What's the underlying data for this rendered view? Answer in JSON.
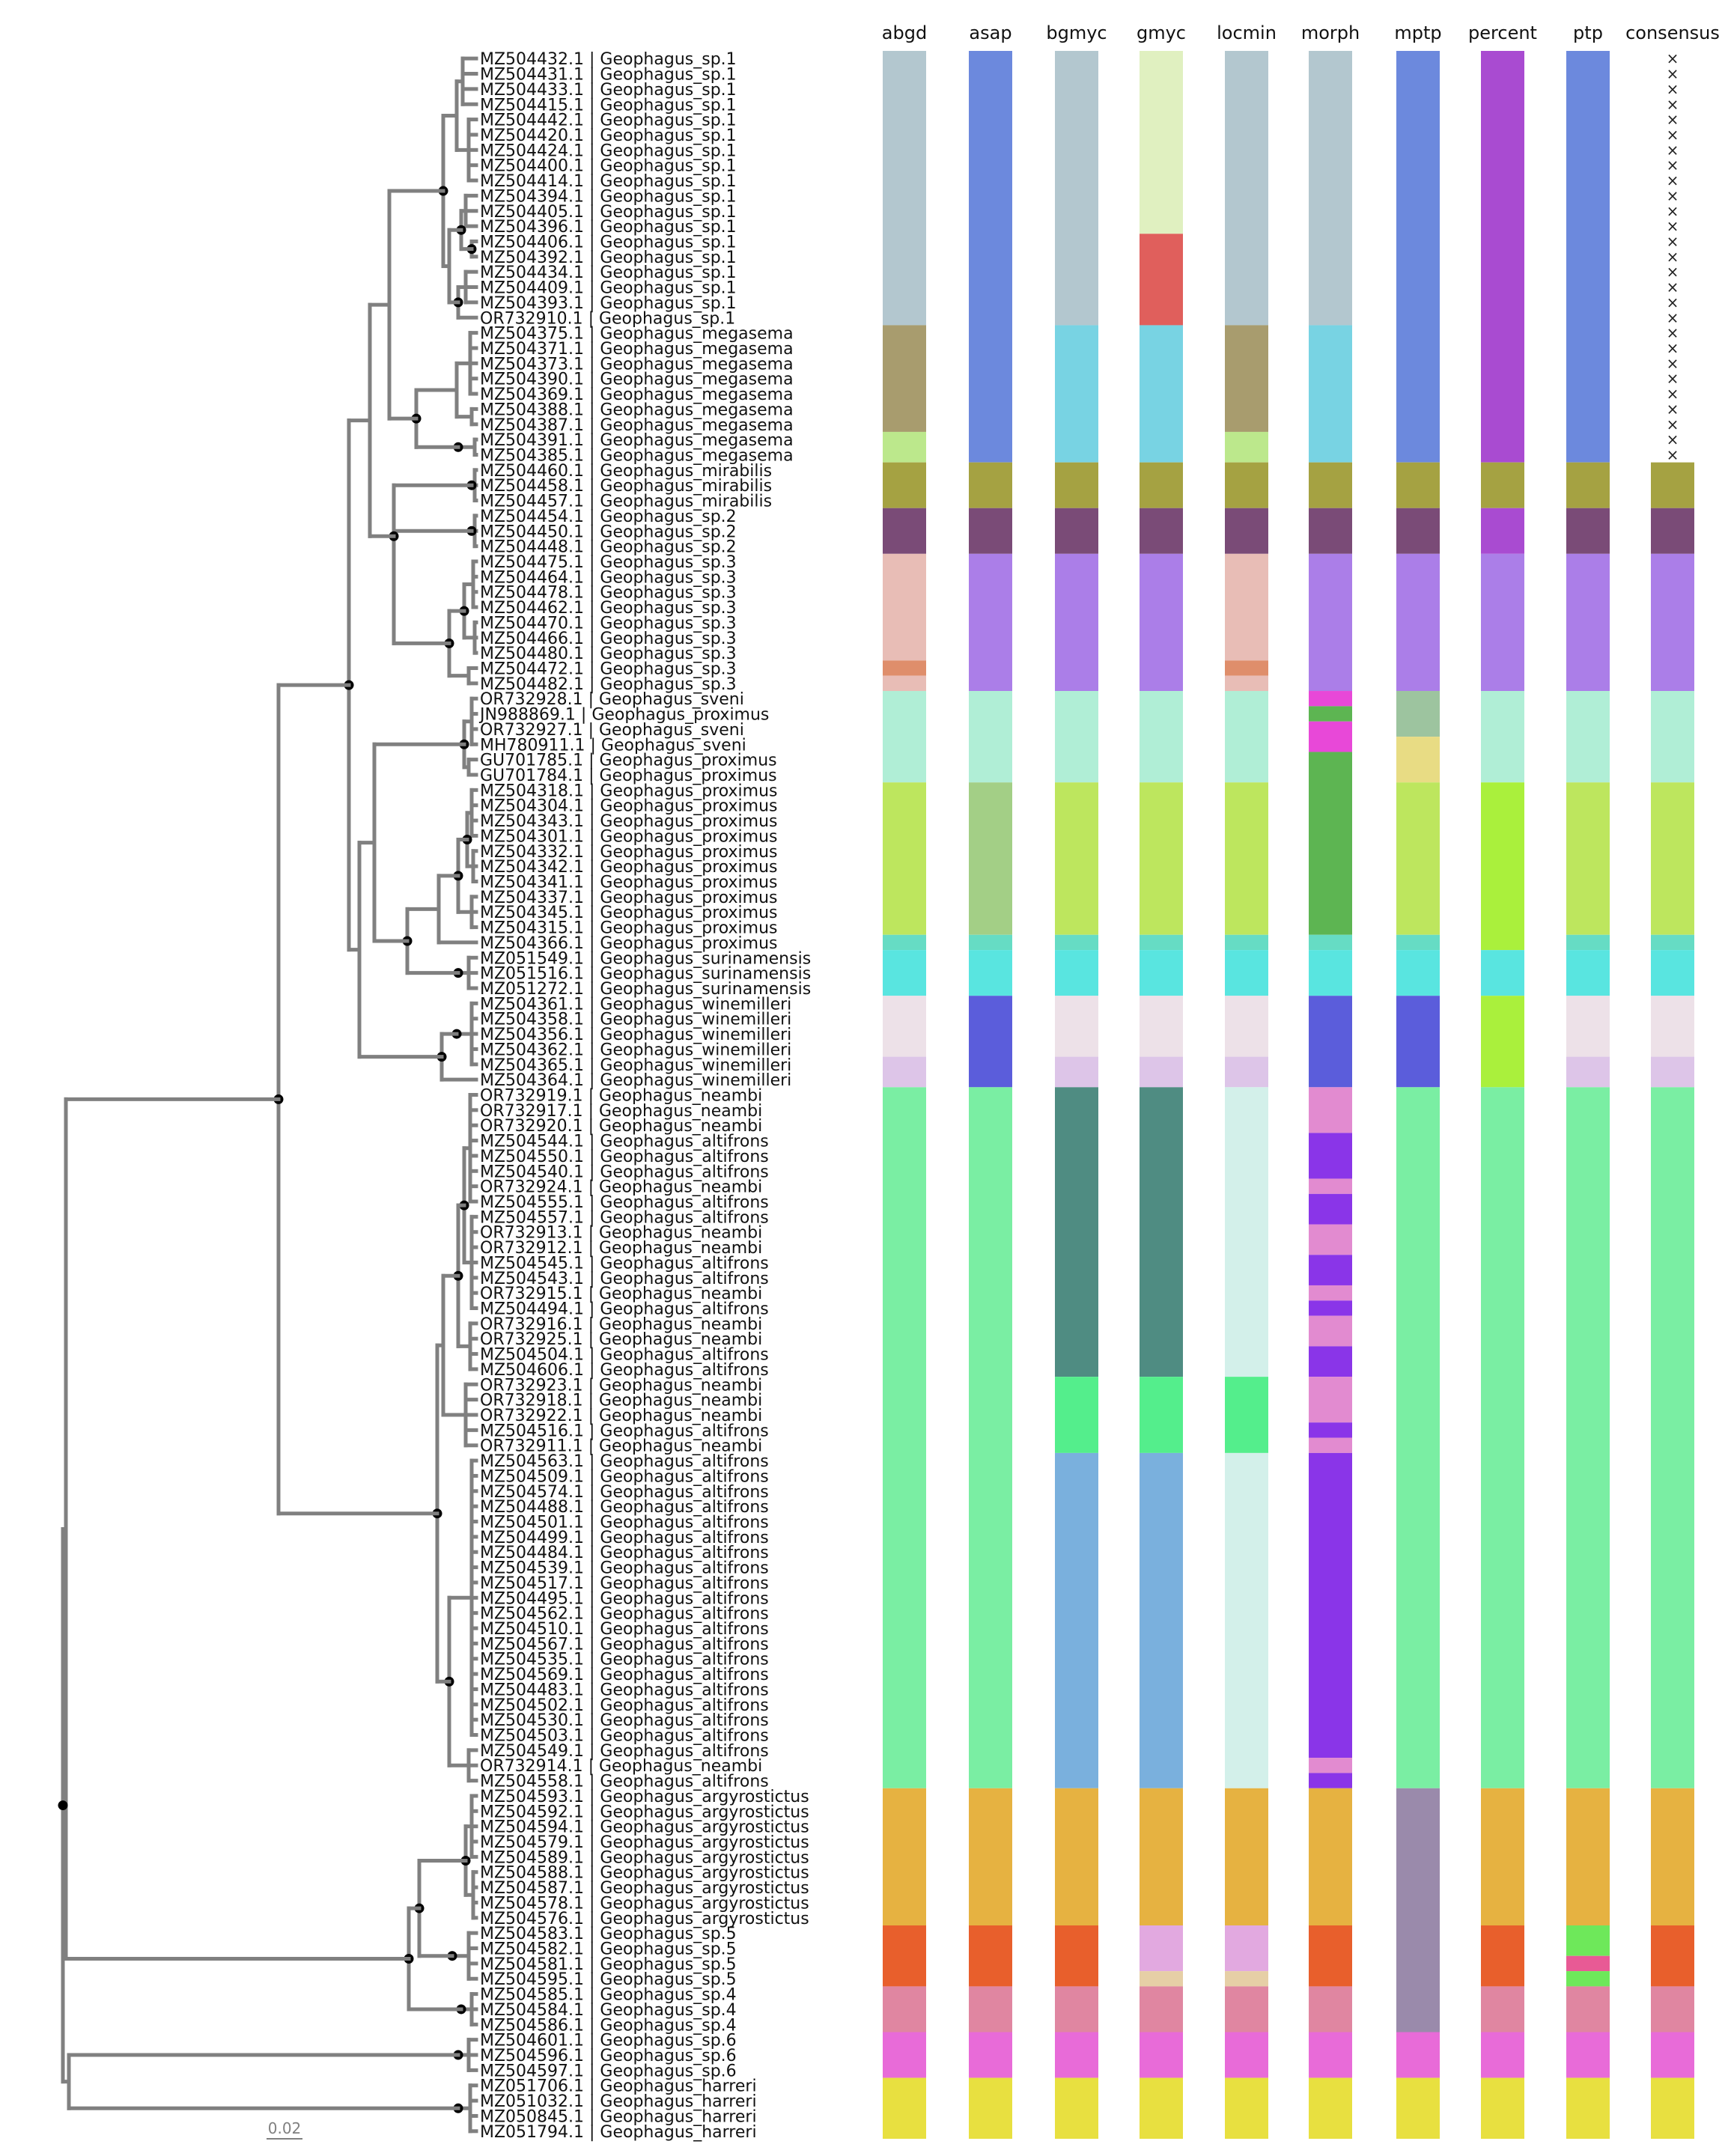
{
  "chart_data": {
    "type": "heatmap",
    "title": "",
    "description_labels": {
      "scale_bar": "0.02"
    },
    "columns": [
      "abgd",
      "asap",
      "bgmyc",
      "gmyc",
      "locmin",
      "morph",
      "mptp",
      "percent",
      "ptp",
      "consensus"
    ],
    "tips": [
      "MZ504432.1 | Geophagus_sp.1",
      "MZ504431.1 | Geophagus_sp.1",
      "MZ504433.1 | Geophagus_sp.1",
      "MZ504415.1 | Geophagus_sp.1",
      "MZ504442.1 | Geophagus_sp.1",
      "MZ504420.1 | Geophagus_sp.1",
      "MZ504424.1 | Geophagus_sp.1",
      "MZ504400.1 | Geophagus_sp.1",
      "MZ504414.1 | Geophagus_sp.1",
      "MZ504394.1 | Geophagus_sp.1",
      "MZ504405.1 | Geophagus_sp.1",
      "MZ504396.1 | Geophagus_sp.1",
      "MZ504406.1 | Geophagus_sp.1",
      "MZ504392.1 | Geophagus_sp.1",
      "MZ504434.1 | Geophagus_sp.1",
      "MZ504409.1 | Geophagus_sp.1",
      "MZ504393.1 | Geophagus_sp.1",
      "OR732910.1 | Geophagus_sp.1",
      "MZ504375.1 | Geophagus_megasema",
      "MZ504371.1 | Geophagus_megasema",
      "MZ504373.1 | Geophagus_megasema",
      "MZ504390.1 | Geophagus_megasema",
      "MZ504369.1 | Geophagus_megasema",
      "MZ504388.1 | Geophagus_megasema",
      "MZ504387.1 | Geophagus_megasema",
      "MZ504391.1 | Geophagus_megasema",
      "MZ504385.1 | Geophagus_megasema",
      "MZ504460.1 | Geophagus_mirabilis",
      "MZ504458.1 | Geophagus_mirabilis",
      "MZ504457.1 | Geophagus_mirabilis",
      "MZ504454.1 | Geophagus_sp.2",
      "MZ504450.1 | Geophagus_sp.2",
      "MZ504448.1 | Geophagus_sp.2",
      "MZ504475.1 | Geophagus_sp.3",
      "MZ504464.1 | Geophagus_sp.3",
      "MZ504478.1 | Geophagus_sp.3",
      "MZ504462.1 | Geophagus_sp.3",
      "MZ504470.1 | Geophagus_sp.3",
      "MZ504466.1 | Geophagus_sp.3",
      "MZ504480.1 | Geophagus_sp.3",
      "MZ504472.1 | Geophagus_sp.3",
      "MZ504482.1 | Geophagus_sp.3",
      "OR732928.1 | Geophagus_sveni",
      "JN988869.1 | Geophagus_proximus",
      "OR732927.1 | Geophagus_sveni",
      "MH780911.1 | Geophagus_sveni",
      "GU701785.1 | Geophagus_proximus",
      "GU701784.1 | Geophagus_proximus",
      "MZ504318.1 | Geophagus_proximus",
      "MZ504304.1 | Geophagus_proximus",
      "MZ504343.1 | Geophagus_proximus",
      "MZ504301.1 | Geophagus_proximus",
      "MZ504332.1 | Geophagus_proximus",
      "MZ504342.1 | Geophagus_proximus",
      "MZ504341.1 | Geophagus_proximus",
      "MZ504337.1 | Geophagus_proximus",
      "MZ504345.1 | Geophagus_proximus",
      "MZ504315.1 | Geophagus_proximus",
      "MZ504366.1 | Geophagus_proximus",
      "MZ051549.1 | Geophagus_surinamensis",
      "MZ051516.1 | Geophagus_surinamensis",
      "MZ051272.1 | Geophagus_surinamensis",
      "MZ504361.1 | Geophagus_winemilleri",
      "MZ504358.1 | Geophagus_winemilleri",
      "MZ504356.1 | Geophagus_winemilleri",
      "MZ504362.1 | Geophagus_winemilleri",
      "MZ504365.1 | Geophagus_winemilleri",
      "MZ504364.1 | Geophagus_winemilleri",
      "OR732919.1 | Geophagus_neambi",
      "OR732917.1 | Geophagus_neambi",
      "OR732920.1 | Geophagus_neambi",
      "MZ504544.1 | Geophagus_altifrons",
      "MZ504550.1 | Geophagus_altifrons",
      "MZ504540.1 | Geophagus_altifrons",
      "OR732924.1 | Geophagus_neambi",
      "MZ504555.1 | Geophagus_altifrons",
      "MZ504557.1 | Geophagus_altifrons",
      "OR732913.1 | Geophagus_neambi",
      "OR732912.1 | Geophagus_neambi",
      "MZ504545.1 | Geophagus_altifrons",
      "MZ504543.1 | Geophagus_altifrons",
      "OR732915.1 | Geophagus_neambi",
      "MZ504494.1 | Geophagus_altifrons",
      "OR732916.1 | Geophagus_neambi",
      "OR732925.1 | Geophagus_neambi",
      "MZ504504.1 | Geophagus_altifrons",
      "MZ504606.1 | Geophagus_altifrons",
      "OR732923.1 | Geophagus_neambi",
      "OR732918.1 | Geophagus_neambi",
      "OR732922.1 | Geophagus_neambi",
      "MZ504516.1 | Geophagus_altifrons",
      "OR732911.1 | Geophagus_neambi",
      "MZ504563.1 | Geophagus_altifrons",
      "MZ504509.1 | Geophagus_altifrons",
      "MZ504574.1 | Geophagus_altifrons",
      "MZ504488.1 | Geophagus_altifrons",
      "MZ504501.1 | Geophagus_altifrons",
      "MZ504499.1 | Geophagus_altifrons",
      "MZ504484.1 | Geophagus_altifrons",
      "MZ504539.1 | Geophagus_altifrons",
      "MZ504517.1 | Geophagus_altifrons",
      "MZ504495.1 | Geophagus_altifrons",
      "MZ504562.1 | Geophagus_altifrons",
      "MZ504510.1 | Geophagus_altifrons",
      "MZ504567.1 | Geophagus_altifrons",
      "MZ504535.1 | Geophagus_altifrons",
      "MZ504569.1 | Geophagus_altifrons",
      "MZ504483.1 | Geophagus_altifrons",
      "MZ504502.1 | Geophagus_altifrons",
      "MZ504530.1 | Geophagus_altifrons",
      "MZ504503.1 | Geophagus_altifrons",
      "MZ504549.1 | Geophagus_altifrons",
      "OR732914.1 | Geophagus_neambi",
      "MZ504558.1 | Geophagus_altifrons",
      "MZ504593.1 | Geophagus_argyrostictus",
      "MZ504592.1 | Geophagus_argyrostictus",
      "MZ504594.1 | Geophagus_argyrostictus",
      "MZ504579.1 | Geophagus_argyrostictus",
      "MZ504589.1 | Geophagus_argyrostictus",
      "MZ504588.1 | Geophagus_argyrostictus",
      "MZ504587.1 | Geophagus_argyrostictus",
      "MZ504578.1 | Geophagus_argyrostictus",
      "MZ504576.1 | Geophagus_argyrostictus",
      "MZ504583.1 | Geophagus_sp.5",
      "MZ504582.1 | Geophagus_sp.5",
      "MZ504581.1 | Geophagus_sp.5",
      "MZ504595.1 | Geophagus_sp.5",
      "MZ504585.1 | Geophagus_sp.4",
      "MZ504584.1 | Geophagus_sp.4",
      "MZ504586.1 | Geophagus_sp.4",
      "MZ504601.1 | Geophagus_sp.6",
      "MZ504596.1 | Geophagus_sp.6",
      "MZ504597.1 | Geophagus_sp.6",
      "MZ051706.1 | Geophagus_harreri",
      "MZ051032.1 | Geophagus_harreri",
      "MZ050845.1 | Geophagus_harreri",
      "MZ051794.1 | Geophagus_harreri"
    ],
    "cells": {
      "abgd": [
        [
          "#b3c7cf",
          0,
          18
        ],
        [
          "#a89c6e",
          18,
          25
        ],
        [
          "#bce88c",
          25,
          27
        ],
        [
          "#a5a242",
          27,
          30
        ],
        [
          "#7a4b77",
          30,
          33
        ],
        [
          "#e8bdb6",
          33,
          40
        ],
        [
          "#df8e6b",
          40,
          41
        ],
        [
          "#e8bdb6",
          41,
          42
        ],
        [
          "#b0eed6",
          42,
          48
        ],
        [
          "#bde65e",
          48,
          58
        ],
        [
          "#66dcc4",
          58,
          59
        ],
        [
          "#59e5e0",
          59,
          62
        ],
        [
          "#ede1e8",
          62,
          66
        ],
        [
          "#ddc5e8",
          66,
          68
        ],
        [
          "#7aeea3",
          68,
          114
        ],
        [
          "#e6b241",
          114,
          123
        ],
        [
          "#e85f2c",
          123,
          127
        ],
        [
          "#e086a1",
          127,
          130
        ],
        [
          "#e86bd8",
          130,
          133
        ],
        [
          "#e8e040",
          133,
          137
        ]
      ],
      "asap": [
        [
          "#6c89dd",
          0,
          27
        ],
        [
          "#a5a242",
          27,
          30
        ],
        [
          "#7a4b77",
          30,
          33
        ],
        [
          "#ab7ee8",
          33,
          42
        ],
        [
          "#b0eed6",
          42,
          48
        ],
        [
          "#a3cf86",
          48,
          58
        ],
        [
          "#66dcc4",
          58,
          59
        ],
        [
          "#59e5e0",
          59,
          62
        ],
        [
          "#5b5ddb",
          62,
          68
        ],
        [
          "#7aeea3",
          68,
          114
        ],
        [
          "#e6b241",
          114,
          123
        ],
        [
          "#e85f2c",
          123,
          127
        ],
        [
          "#e086a1",
          127,
          130
        ],
        [
          "#e86bd8",
          130,
          133
        ],
        [
          "#e8e040",
          133,
          137
        ]
      ],
      "bgmyc": [
        [
          "#b3c7cf",
          0,
          18
        ],
        [
          "#78d3e3",
          18,
          27
        ],
        [
          "#a5a242",
          27,
          30
        ],
        [
          "#7a4b77",
          30,
          33
        ],
        [
          "#ab7ee8",
          33,
          42
        ],
        [
          "#b0eed6",
          42,
          48
        ],
        [
          "#bde65e",
          48,
          58
        ],
        [
          "#66dcc4",
          58,
          59
        ],
        [
          "#59e5e0",
          59,
          62
        ],
        [
          "#ede1e8",
          62,
          66
        ],
        [
          "#ddc5e8",
          66,
          68
        ],
        [
          "#4f8c82",
          68,
          87
        ],
        [
          "#54ee8c",
          87,
          92
        ],
        [
          "#7ab0dd",
          92,
          114
        ],
        [
          "#e6b241",
          114,
          123
        ],
        [
          "#e85f2c",
          123,
          127
        ],
        [
          "#e086a1",
          127,
          130
        ],
        [
          "#e86bd8",
          130,
          133
        ],
        [
          "#e8e040",
          133,
          137
        ]
      ],
      "gmyc": [
        [
          "#e0f0c0",
          0,
          12
        ],
        [
          "#e05f5c",
          12,
          18
        ],
        [
          "#78d3e3",
          18,
          27
        ],
        [
          "#a5a242",
          27,
          30
        ],
        [
          "#7a4b77",
          30,
          33
        ],
        [
          "#ab7ee8",
          33,
          42
        ],
        [
          "#b0eed6",
          42,
          48
        ],
        [
          "#bde65e",
          48,
          58
        ],
        [
          "#66dcc4",
          58,
          59
        ],
        [
          "#59e5e0",
          59,
          62
        ],
        [
          "#ede1e8",
          62,
          66
        ],
        [
          "#ddc5e8",
          66,
          68
        ],
        [
          "#4f8c82",
          68,
          87
        ],
        [
          "#54ee8c",
          87,
          92
        ],
        [
          "#7ab0dd",
          92,
          114
        ],
        [
          "#e6b241",
          114,
          123
        ],
        [
          "#e2a9e0",
          123,
          126
        ],
        [
          "#e6cfa6",
          126,
          127
        ],
        [
          "#e086a1",
          127,
          130
        ],
        [
          "#e86bd8",
          130,
          133
        ],
        [
          "#e8e040",
          133,
          137
        ]
      ],
      "locmin": [
        [
          "#b3c7cf",
          0,
          18
        ],
        [
          "#a89c6e",
          18,
          25
        ],
        [
          "#bce88c",
          25,
          27
        ],
        [
          "#a5a242",
          27,
          30
        ],
        [
          "#7a4b77",
          30,
          33
        ],
        [
          "#e8bdb6",
          33,
          40
        ],
        [
          "#df8e6b",
          40,
          41
        ],
        [
          "#e8bdb6",
          41,
          42
        ],
        [
          "#b0eed6",
          42,
          48
        ],
        [
          "#bde65e",
          48,
          58
        ],
        [
          "#66dcc4",
          58,
          59
        ],
        [
          "#59e5e0",
          59,
          62
        ],
        [
          "#ede1e8",
          62,
          66
        ],
        [
          "#ddc5e8",
          66,
          68
        ],
        [
          "#d3f0ea",
          68,
          87
        ],
        [
          "#54ee8c",
          87,
          92
        ],
        [
          "#d3f0ea",
          92,
          114
        ],
        [
          "#e6b241",
          114,
          123
        ],
        [
          "#e2a9e0",
          123,
          126
        ],
        [
          "#e6cfa6",
          126,
          127
        ],
        [
          "#e086a1",
          127,
          130
        ],
        [
          "#e86bd8",
          130,
          133
        ],
        [
          "#e8e040",
          133,
          137
        ]
      ],
      "morph": [
        [
          "#b3c7cf",
          0,
          18
        ],
        [
          "#78d3e3",
          18,
          27
        ],
        [
          "#a5a242",
          27,
          30
        ],
        [
          "#7a4b77",
          30,
          33
        ],
        [
          "#ab7ee8",
          33,
          42
        ],
        [
          "#e848d8",
          42,
          43
        ],
        [
          "#5db552",
          43,
          44
        ],
        [
          "#e848d8",
          44,
          46
        ],
        [
          "#5db552",
          46,
          58
        ],
        [
          "#66dcc4",
          58,
          59
        ],
        [
          "#59e5e0",
          59,
          62
        ],
        [
          "#5b5ddb",
          62,
          68
        ],
        [
          "#e28bd0",
          68,
          71
        ],
        [
          "#8a35e8",
          71,
          74
        ],
        [
          "#e28bd0",
          74,
          75
        ],
        [
          "#8a35e8",
          75,
          77
        ],
        [
          "#e28bd0",
          77,
          79
        ],
        [
          "#8a35e8",
          79,
          81
        ],
        [
          "#e28bd0",
          81,
          82
        ],
        [
          "#8a35e8",
          82,
          83
        ],
        [
          "#e28bd0",
          83,
          85
        ],
        [
          "#8a35e8",
          85,
          87
        ],
        [
          "#e28bd0",
          87,
          90
        ],
        [
          "#8a35e8",
          90,
          91
        ],
        [
          "#e28bd0",
          91,
          92
        ],
        [
          "#8a35e8",
          92,
          112
        ],
        [
          "#e28bd0",
          112,
          113
        ],
        [
          "#8a35e8",
          113,
          114
        ],
        [
          "#e6b241",
          114,
          123
        ],
        [
          "#e85f2c",
          123,
          127
        ],
        [
          "#e086a1",
          127,
          130
        ],
        [
          "#e86bd8",
          130,
          133
        ],
        [
          "#e8e040",
          133,
          137
        ]
      ],
      "mptp": [
        [
          "#6c89dd",
          0,
          27
        ],
        [
          "#a5a242",
          27,
          30
        ],
        [
          "#7a4b77",
          30,
          33
        ],
        [
          "#ab7ee8",
          33,
          42
        ],
        [
          "#9dc49f",
          42,
          45
        ],
        [
          "#e8dc84",
          45,
          48
        ],
        [
          "#bde65e",
          48,
          58
        ],
        [
          "#66dcc4",
          58,
          59
        ],
        [
          "#59e5e0",
          59,
          62
        ],
        [
          "#5b5ddb",
          62,
          68
        ],
        [
          "#7aeea3",
          68,
          114
        ],
        [
          "#9a8aab",
          114,
          130
        ],
        [
          "#e86bd8",
          130,
          133
        ],
        [
          "#e8e040",
          133,
          137
        ]
      ],
      "percent": [
        [
          "#a94bd1",
          0,
          27
        ],
        [
          "#a5a242",
          27,
          30
        ],
        [
          "#a94bd1",
          30,
          33
        ],
        [
          "#ab7ee8",
          33,
          42
        ],
        [
          "#b0eed6",
          42,
          48
        ],
        [
          "#aaf03c",
          48,
          59
        ],
        [
          "#59e5e0",
          59,
          62
        ],
        [
          "#aaf03c",
          62,
          68
        ],
        [
          "#7aeea3",
          68,
          114
        ],
        [
          "#e6b241",
          114,
          123
        ],
        [
          "#e85f2c",
          123,
          127
        ],
        [
          "#e086a1",
          127,
          130
        ],
        [
          "#e86bd8",
          130,
          133
        ],
        [
          "#e8e040",
          133,
          137
        ]
      ],
      "ptp": [
        [
          "#6c89dd",
          0,
          27
        ],
        [
          "#a5a242",
          27,
          30
        ],
        [
          "#7a4b77",
          30,
          33
        ],
        [
          "#ab7ee8",
          33,
          42
        ],
        [
          "#b0eed6",
          42,
          48
        ],
        [
          "#bde65e",
          48,
          58
        ],
        [
          "#66dcc4",
          58,
          59
        ],
        [
          "#59e5e0",
          59,
          62
        ],
        [
          "#ede1e8",
          62,
          66
        ],
        [
          "#ddc5e8",
          66,
          68
        ],
        [
          "#7aeea3",
          68,
          114
        ],
        [
          "#e6b241",
          114,
          123
        ],
        [
          "#6ee85a",
          123,
          125
        ],
        [
          "#e85a95",
          125,
          126
        ],
        [
          "#6ee85a",
          126,
          127
        ],
        [
          "#e086a1",
          127,
          130
        ],
        [
          "#e86bd8",
          130,
          133
        ],
        [
          "#e8e040",
          133,
          137
        ]
      ],
      "consensus": [
        [
          "#a5a242",
          27,
          30
        ],
        [
          "#7a4b77",
          30,
          33
        ],
        [
          "#ab7ee8",
          33,
          42
        ],
        [
          "#b0eed6",
          42,
          48
        ],
        [
          "#bde65e",
          48,
          58
        ],
        [
          "#66dcc4",
          58,
          59
        ],
        [
          "#59e5e0",
          59,
          62
        ],
        [
          "#ede1e8",
          62,
          66
        ],
        [
          "#ddc5e8",
          66,
          68
        ],
        [
          "#7aeea3",
          68,
          114
        ],
        [
          "#e6b241",
          114,
          123
        ],
        [
          "#e85f2c",
          123,
          127
        ],
        [
          "#e086a1",
          127,
          130
        ],
        [
          "#e86bd8",
          130,
          133
        ],
        [
          "#e8e040",
          133,
          137
        ]
      ]
    },
    "consensus_marker": "×",
    "consensus_marker_rows": [
      0,
      27
    ],
    "tree_color": "#808080",
    "node_color": "#000000"
  }
}
